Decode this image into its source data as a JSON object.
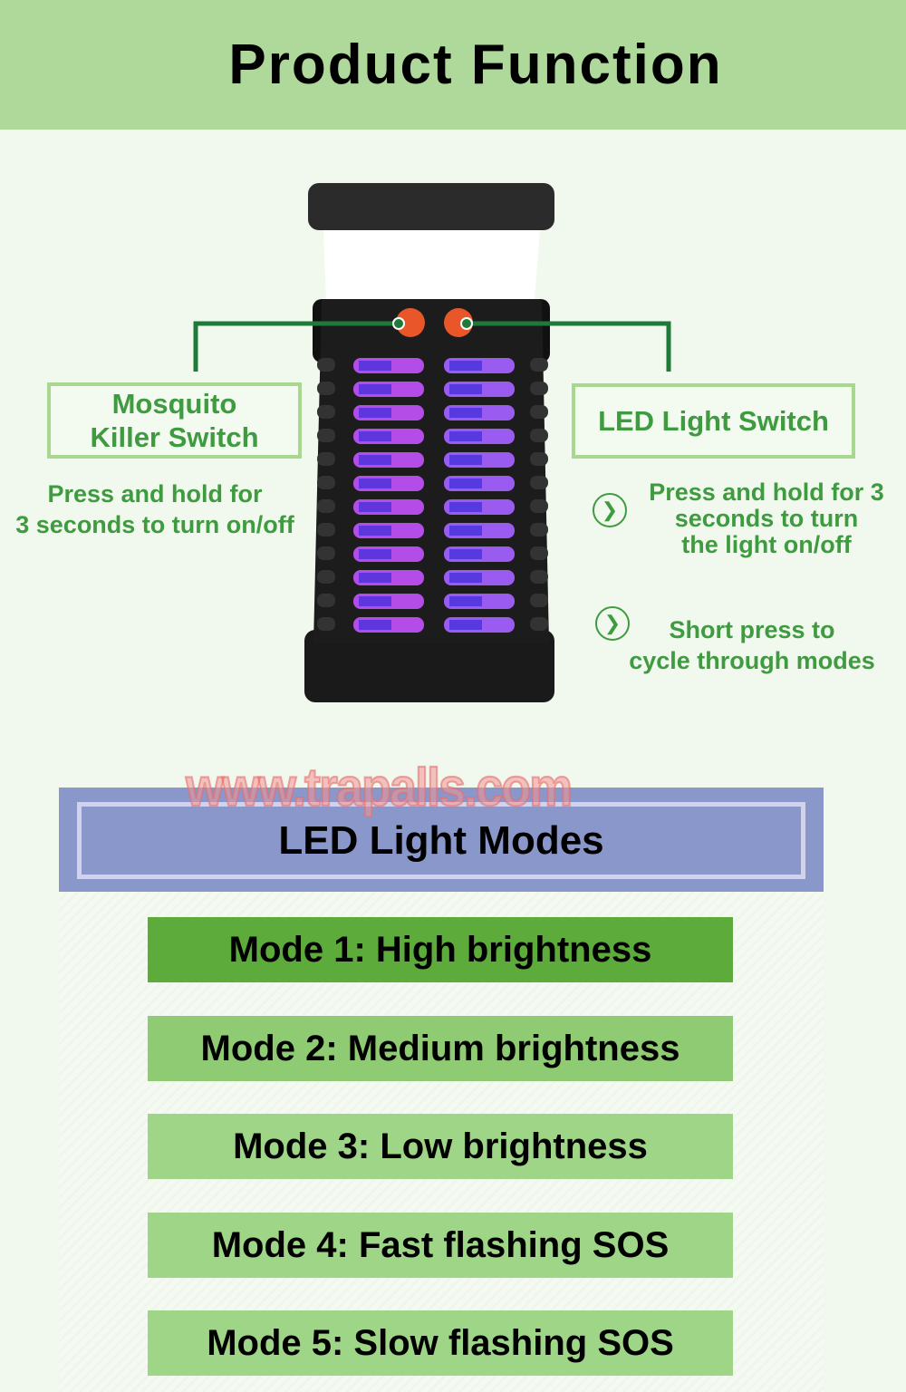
{
  "header": {
    "title": "Product Function"
  },
  "left_switch": {
    "label": "Mosquito Killer Switch",
    "label_lines": [
      "Mosquito",
      "Killer Switch"
    ],
    "description_lines": [
      "Press and hold for",
      "3 seconds to turn on/off"
    ]
  },
  "right_switch": {
    "label": "LED Light Switch",
    "items": [
      {
        "icon": "chevron-right-circle-icon",
        "lines": [
          "Press and hold for 3",
          "seconds to turn",
          "the light on/off"
        ]
      },
      {
        "icon": "chevron-right-circle-icon",
        "lines": [
          "Short press to",
          "cycle through modes"
        ]
      }
    ]
  },
  "watermark": "www.trapalls.com",
  "modes": {
    "title": "LED Light Modes",
    "items": [
      {
        "label": "Mode 1: High brightness",
        "color": "#5dab3a"
      },
      {
        "label": "Mode 2: Medium brightness",
        "color": "#8ecb73"
      },
      {
        "label": "Mode 3: Low brightness",
        "color": "#9fd587"
      },
      {
        "label": "Mode 4: Fast flashing SOS",
        "color": "#9fd587"
      },
      {
        "label": "Mode 5: Slow flashing SOS",
        "color": "#9fd587"
      }
    ]
  },
  "colors": {
    "header_bg": "#afd89b",
    "accent_green": "#3f9b3f",
    "connector": "#1f7a3a",
    "button_orange": "#e8562a"
  }
}
